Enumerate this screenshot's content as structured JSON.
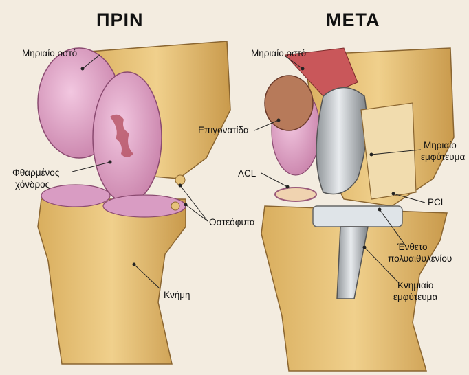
{
  "before": {
    "heading": "ΠΡΙΝ",
    "labels": {
      "femur": "Μηριαίο οστό",
      "worn_cartilage_line1": "Φθαρμένος",
      "worn_cartilage_line2": "χόνδρος",
      "osteophytes": "Οστεόφυτα",
      "tibia": "Κνήμη"
    }
  },
  "after": {
    "heading": "ΜΕΤΑ",
    "labels": {
      "femur": "Μηριαίο οστό",
      "patella": "Επιγονατίδα",
      "acl": "ACL",
      "femoral_implant_line1": "Μηριαίο",
      "femoral_implant_line2": "εμφύτευμα",
      "pcl": "PCL",
      "poly_insert_line1": "Ένθετο",
      "poly_insert_line2": "πολυαιθυλενίου",
      "tibial_implant_line1": "Κνημιαίο",
      "tibial_implant_line2": "εμφύτευμα"
    }
  }
}
